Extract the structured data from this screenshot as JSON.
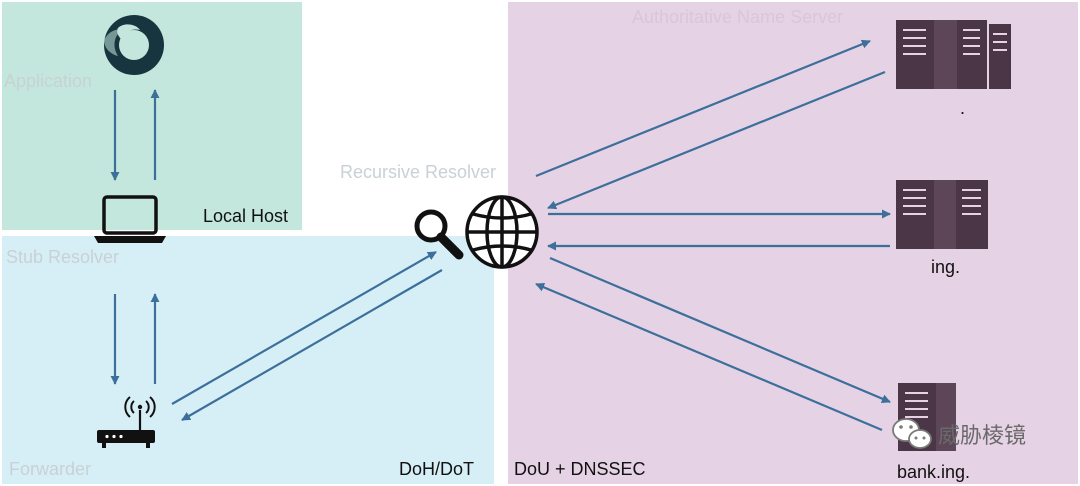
{
  "regions": {
    "local_host": "Local Host",
    "application": "Application",
    "stub_resolver": "Stub Resolver",
    "forwarder": "Forwarder",
    "doh_dot": "DoH/DoT",
    "dou_dnssec": "DoU + DNSSEC",
    "recursive_resolver": "Recursive Resolver",
    "authoritative": "Authoritative Name Server"
  },
  "servers": {
    "root": ".",
    "ing": "ing.",
    "bank": "bank.ing."
  },
  "watermark": "威胁棱镜",
  "icons": [
    "firefox-icon",
    "laptop-icon",
    "router-icon",
    "magnifier-icon",
    "globe-icon",
    "server-icon",
    "wechat-icon"
  ],
  "colors": {
    "arrow": "#3d6f9b",
    "server": "#4a3646",
    "local_host_bg": "#c3e7dc",
    "stub_bg": "#d6eff7",
    "auth_bg": "#e6d2e5"
  }
}
